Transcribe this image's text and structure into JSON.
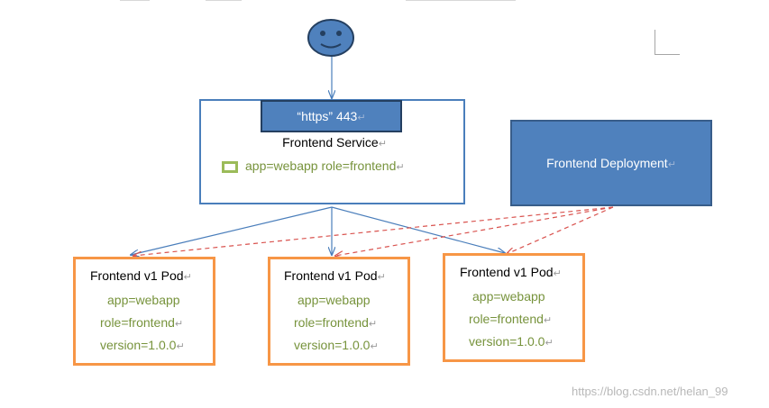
{
  "user": {
    "icon": "smiley-face-icon"
  },
  "service": {
    "port_label": "“https” 443",
    "title": "Frontend Service",
    "selector": "app=webapp role=frontend"
  },
  "deployment": {
    "title": "Frontend Deployment"
  },
  "pods": [
    {
      "title": "Frontend v1 Pod",
      "labels": [
        "app=webapp",
        "role=frontend",
        "version=1.0.0"
      ]
    },
    {
      "title": "Frontend v1 Pod",
      "labels": [
        "app=webapp",
        "role=frontend",
        "version=1.0.0"
      ]
    },
    {
      "title": "Frontend v1 Pod",
      "labels": [
        "app=webapp",
        "role=frontend",
        "version=1.0.0"
      ]
    }
  ],
  "para_mark": "↵",
  "watermark": "https://blog.csdn.net/helan_99",
  "colors": {
    "service_border": "#4a7ebb",
    "box_fill": "#4f81bd",
    "pod_border": "#f79646",
    "label_text": "#77933c",
    "selector_box": "#9bbb59",
    "dashed_arrow": "#d9534f"
  }
}
